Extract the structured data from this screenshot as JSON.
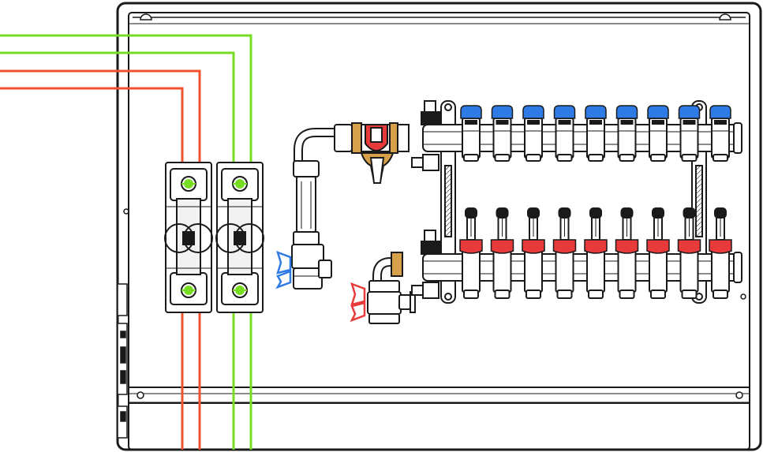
{
  "colors": {
    "outline": "#1a1a1a",
    "hot_pipe": "#f0522d",
    "cold_pipe": "#77dd22",
    "supply_cap": "#2f7be6",
    "return_cap": "#e83a3a",
    "brass": "#d7a04a",
    "cabinet_fill": "#ffffff"
  },
  "diagram": {
    "manifold": {
      "outlet_count": 9,
      "supply_cap_icon": "blue-valve-cap-icon",
      "return_cap_icon": "red-flow-meter-cap-icon"
    },
    "mixing_units": {
      "count": 2,
      "icon": "pump-mixing-unit-icon"
    },
    "ball_valves": [
      {
        "handle": "blue-butterfly-handle-icon"
      },
      {
        "handle": "red-butterfly-handle-icon"
      }
    ],
    "pipes": {
      "left_pair": [
        "hot",
        "hot"
      ],
      "right_pair": [
        "cold",
        "cold"
      ]
    }
  }
}
